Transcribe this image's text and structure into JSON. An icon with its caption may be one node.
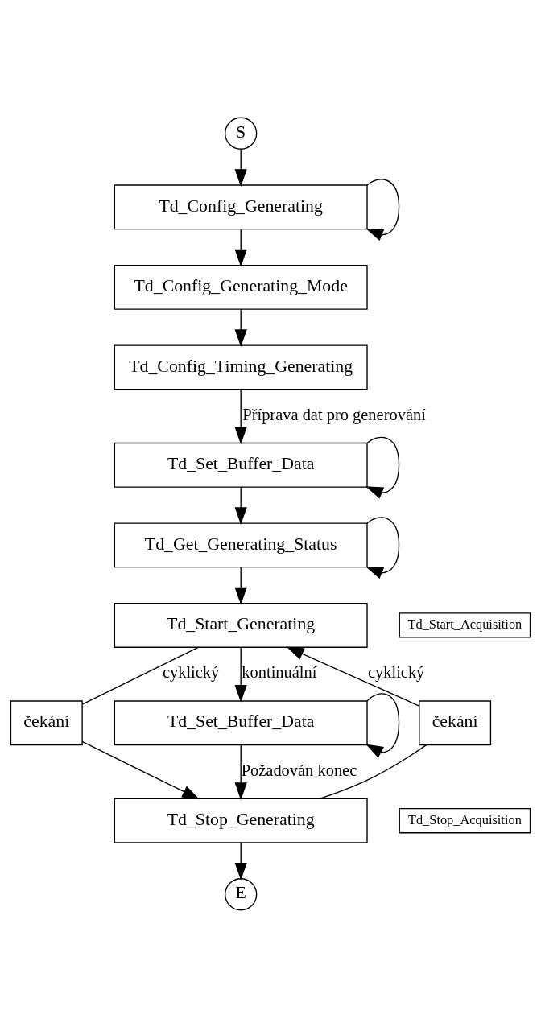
{
  "diagram": {
    "nodes": [
      {
        "text": [
          "S"
        ]
      },
      {
        "text": [
          "Td_Config_Generating"
        ]
      },
      {
        "text": [
          "Td_Config_Generating_Mode"
        ]
      },
      {
        "text": [
          "Td_Config_Timing_Generating"
        ]
      },
      {
        "text": [
          "Td_Set_Buffer_Data"
        ]
      },
      {
        "text": [
          "Td_Get_Generating_Status"
        ]
      },
      {
        "text": [
          "Td_Start_Generating"
        ]
      },
      {
        "text": [
          "Td_Start_Acquisition"
        ]
      },
      {
        "text": [
          "čekání"
        ]
      },
      {
        "text": [
          "Td_Set_Buffer_Data"
        ]
      },
      {
        "text": [
          "čekání"
        ]
      },
      {
        "text": [
          "Td_Stop_Generating"
        ]
      },
      {
        "text": [
          "Td_Stop_Acquisition"
        ]
      },
      {
        "text": [
          "E"
        ]
      }
    ],
    "edges": [
      {
        "from": 0,
        "to": 1,
        "arrow": "to"
      },
      {
        "from": 1,
        "to": 1,
        "arrow": "to"
      },
      {
        "from": 1,
        "to": 2,
        "arrow": "to"
      },
      {
        "from": 2,
        "to": 3,
        "arrow": "to"
      },
      {
        "from": 3,
        "to": 4,
        "arrow": "to",
        "label": "Příprava dat pro generování"
      },
      {
        "from": 4,
        "to": 4,
        "arrow": "to"
      },
      {
        "from": 4,
        "to": 5,
        "arrow": "to"
      },
      {
        "from": 5,
        "to": 5,
        "arrow": "to"
      },
      {
        "from": 5,
        "to": 6,
        "arrow": "to"
      },
      {
        "from": 6,
        "to": 9,
        "arrow": "to",
        "label": "kontinuální"
      },
      {
        "from": 9,
        "to": 9,
        "arrow": "to"
      },
      {
        "from": 9,
        "to": 11,
        "arrow": "to",
        "label": "Požadován konec"
      },
      {
        "from": 11,
        "to": 13,
        "arrow": "to"
      },
      {
        "from": 6,
        "to": 8,
        "arrow": "none",
        "label": "cyklický"
      },
      {
        "from": 8,
        "to": 11,
        "arrow": "to"
      },
      {
        "from": 11,
        "to": 10,
        "arrow": "none"
      },
      {
        "from": 10,
        "to": 6,
        "arrow": "to",
        "label": "cyklický"
      }
    ]
  }
}
